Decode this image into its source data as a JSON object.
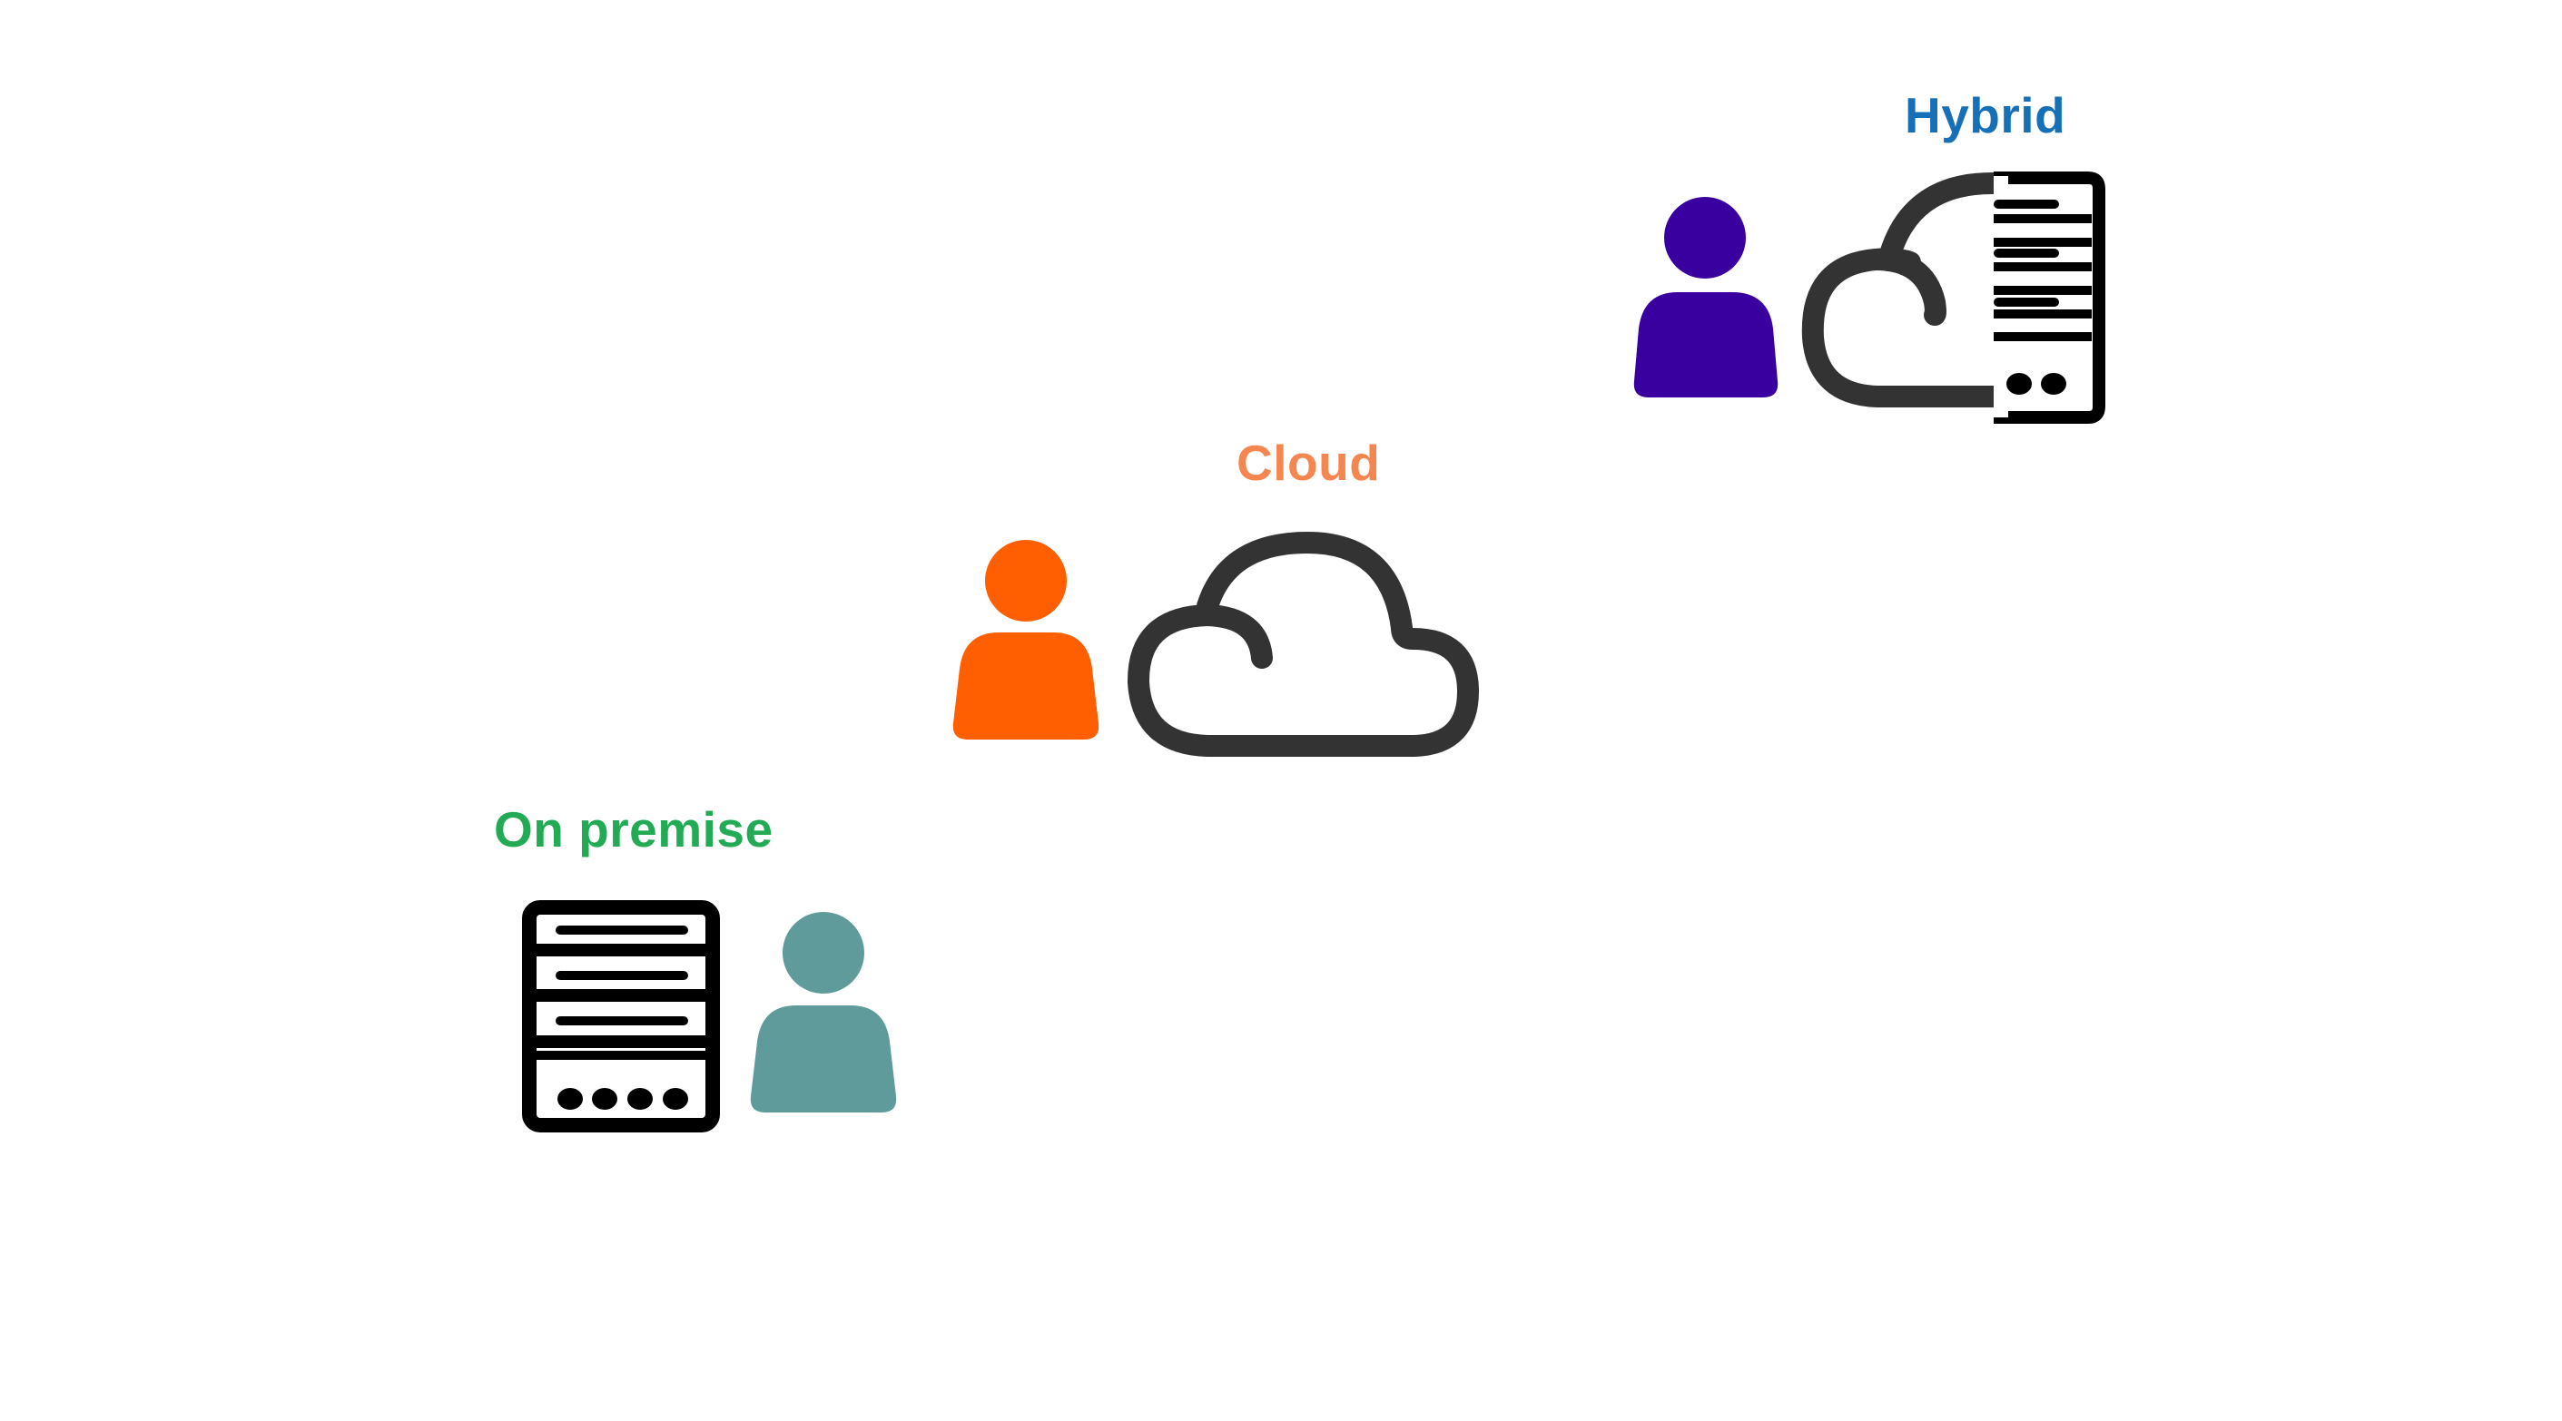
{
  "labels": {
    "hybrid": "Hybrid",
    "cloud": "Cloud",
    "on_premise": "On premise"
  },
  "colors": {
    "hybrid_label": "#1670b8",
    "cloud_label": "#f5864f",
    "on_premise_label": "#22ab54",
    "hybrid_person": "#3a009f",
    "cloud_person": "#ff5f00",
    "on_premise_person": "#5f9b9b",
    "cloud_outline": "#333333",
    "server_outline": "#000000"
  },
  "icons": {
    "hybrid_person": "person-icon",
    "hybrid_cloud_server": "cloud-server-icon",
    "cloud_person": "person-icon",
    "cloud": "cloud-icon",
    "on_premise_server": "server-icon",
    "on_premise_person": "person-icon"
  }
}
